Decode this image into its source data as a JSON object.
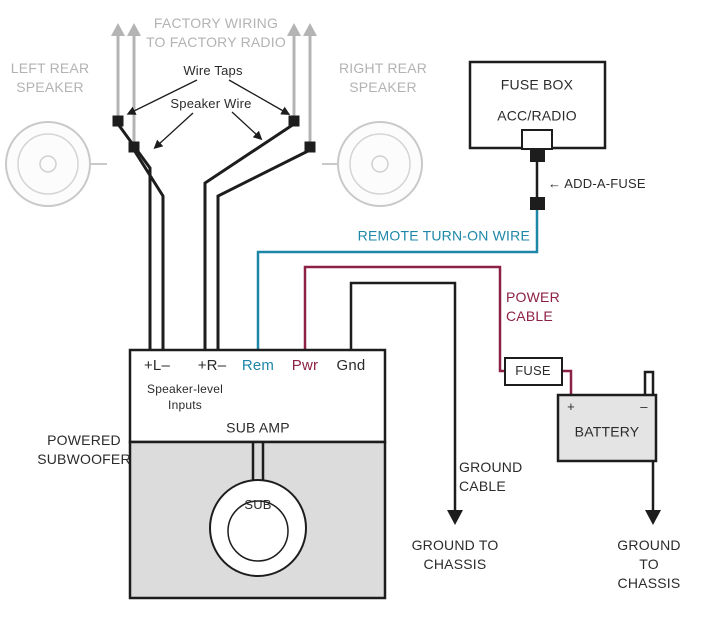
{
  "colors": {
    "wire_black": "#1d1d1d",
    "factory_gray": "#b3b3b3",
    "remote_teal": "#1e87a8",
    "power_maroon": "#8c2045",
    "enclosure_gray": "#dcdcdc",
    "battery_gray": "#e4e4e4"
  },
  "factory": {
    "wiring_label": "FACTORY WIRING\nTO FACTORY RADIO",
    "left_speaker": "LEFT REAR\nSPEAKER",
    "right_speaker": "RIGHT REAR\nSPEAKER",
    "wire_taps": "Wire Taps",
    "speaker_wire": "Speaker Wire"
  },
  "fuse_box": {
    "title": "FUSE BOX",
    "circuit": "ACC/RADIO",
    "add_a_fuse": "← ADD-A-FUSE"
  },
  "wires": {
    "remote": "REMOTE TURN-ON WIRE",
    "power": "POWER\nCABLE",
    "ground": "GROUND\nCABLE"
  },
  "amp": {
    "terminals": [
      {
        "label": "+L–",
        "color": "black"
      },
      {
        "label": "+R–",
        "color": "black"
      },
      {
        "label": "Rem",
        "color": "teal"
      },
      {
        "label": "Pwr",
        "color": "maroon"
      },
      {
        "label": "Gnd",
        "color": "black"
      }
    ],
    "inputs_note": "Speaker-level\nInputs",
    "name": "SUB AMP",
    "sub": "SUB",
    "enclosure_label": "POWERED\nSUBWOOFER"
  },
  "power": {
    "fuse": "FUSE",
    "battery": "BATTERY",
    "plus": "+",
    "minus": "–"
  },
  "grounds": {
    "left": "GROUND TO\nCHASSIS",
    "right": "GROUND TO\nCHASSIS"
  }
}
